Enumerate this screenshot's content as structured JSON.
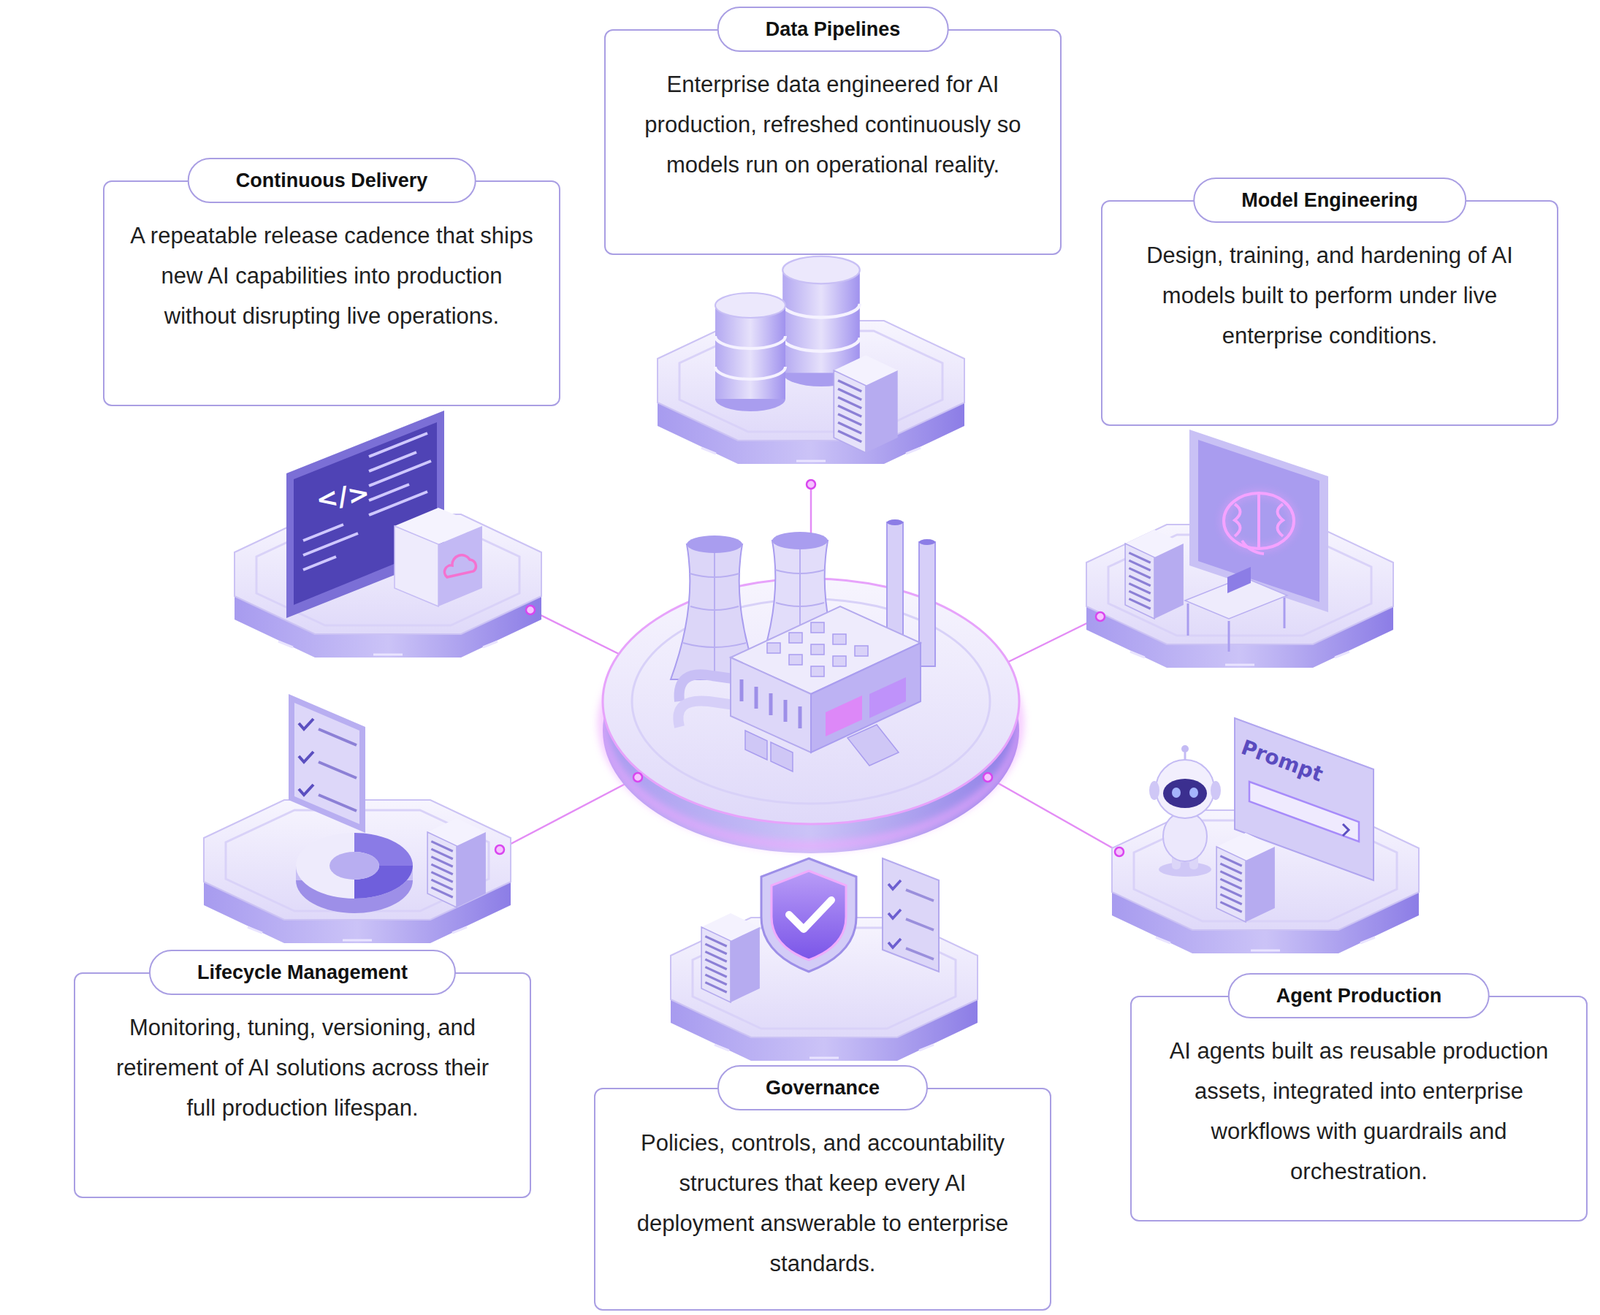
{
  "diagram": {
    "nodes": [
      {
        "text": [
          "Data Pipelines",
          "Enterprise data engineered for AI production, refreshed continuously so models run on operational reality."
        ]
      },
      {
        "text": [
          "Continuous Delivery",
          "A repeatable release cadence that ships new AI capabilities into production without disrupting live operations."
        ]
      },
      {
        "text": [
          "Model Engineering",
          "Design, training, and hardening of AI models built to perform under live enterprise conditions."
        ]
      },
      {
        "text": [
          "Lifecycle Management",
          "Monitoring, tuning, versioning, and retirement of AI solutions across their full production lifespan."
        ]
      },
      {
        "text": [
          "Agent Production",
          "AI agents built as reusable production assets, integrated into enterprise workflows with guardrails and orchestration."
        ]
      },
      {
        "text": [
          "Governance",
          "Policies, controls, and accountability structures that keep every AI deployment answerable to enterprise standards."
        ]
      }
    ],
    "labels": [
      "Prompt",
      "</>"
    ]
  }
}
